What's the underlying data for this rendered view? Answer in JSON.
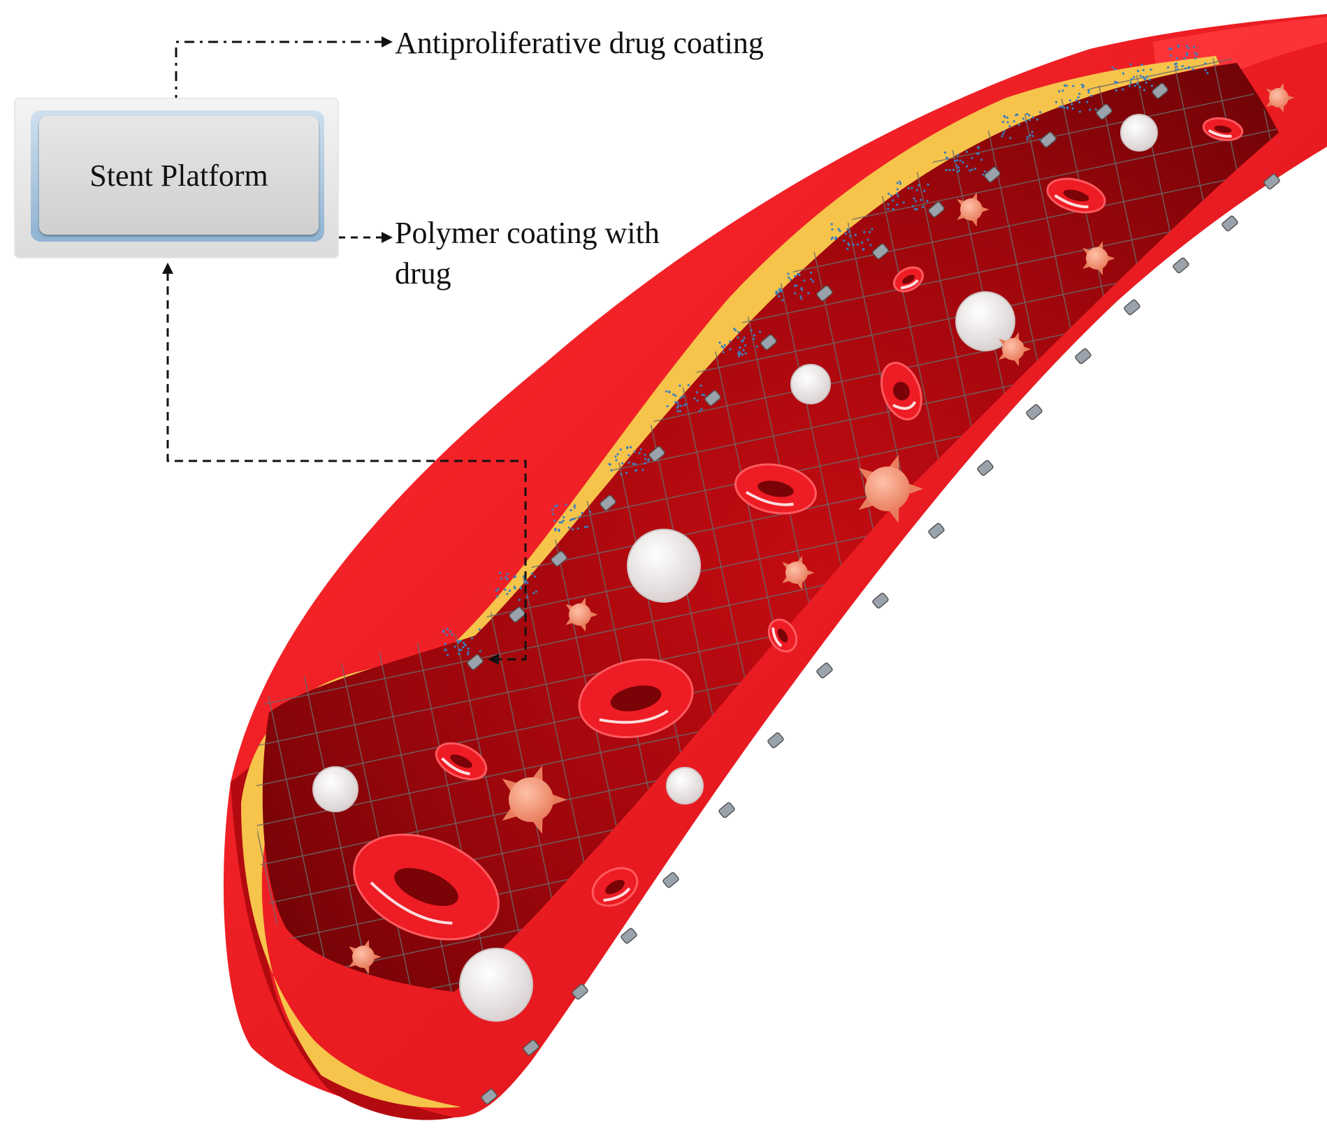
{
  "labels": {
    "stent_platform": "Stent Platform",
    "antiproliferative": "Antiproliferative drug coating",
    "polymer_line1": "Polymer coating with",
    "polymer_line2": "drug"
  },
  "colors": {
    "vessel_outer": "#e8151c",
    "vessel_dark": "#b00a10",
    "lumen": "#a3070c",
    "plaque": "#f6c44b",
    "mesh": "#6e6e6e",
    "drug_dots": "#3a7fc0",
    "rbc": "#ee1c24",
    "wbc": "#efe9e9",
    "platelet": "#f29a7c",
    "box_blue": "#8fb3d2"
  },
  "icons": {
    "red_blood_cell": "red-blood-cell-icon",
    "white_blood_cell": "white-blood-cell-icon",
    "platelet": "platelet-icon",
    "stent_strut": "stent-strut-icon"
  }
}
